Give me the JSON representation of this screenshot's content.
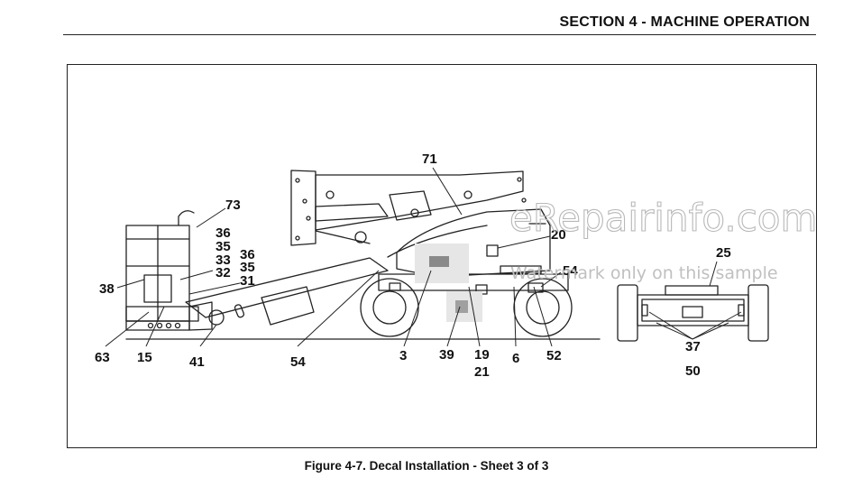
{
  "header": {
    "section_title": "SECTION 4 - MACHINE OPERATION"
  },
  "figure": {
    "caption": "Figure 4-7. Decal Installation - Sheet 3 of 3",
    "callouts": [
      {
        "id": "c71",
        "text": "71"
      },
      {
        "id": "c73",
        "text": "73"
      },
      {
        "id": "c36a",
        "text": "36"
      },
      {
        "id": "c35a",
        "text": "35"
      },
      {
        "id": "c33",
        "text": "33"
      },
      {
        "id": "c36b",
        "text": "36"
      },
      {
        "id": "c32",
        "text": "32"
      },
      {
        "id": "c35b",
        "text": "35"
      },
      {
        "id": "c31",
        "text": "31"
      },
      {
        "id": "c38",
        "text": "38"
      },
      {
        "id": "c20",
        "text": "20"
      },
      {
        "id": "c54a",
        "text": "54"
      },
      {
        "id": "c25",
        "text": "25"
      },
      {
        "id": "c63",
        "text": "63"
      },
      {
        "id": "c15",
        "text": "15"
      },
      {
        "id": "c41",
        "text": "41"
      },
      {
        "id": "c54b",
        "text": "54"
      },
      {
        "id": "c3",
        "text": "3"
      },
      {
        "id": "c39",
        "text": "39"
      },
      {
        "id": "c19",
        "text": "19"
      },
      {
        "id": "c21",
        "text": "21"
      },
      {
        "id": "c6",
        "text": "6"
      },
      {
        "id": "c52",
        "text": "52"
      },
      {
        "id": "c37",
        "text": "37"
      },
      {
        "id": "c50",
        "text": "50"
      }
    ]
  },
  "watermark": {
    "brand": "eRepairinfo.com",
    "notice": "Watermark only on this sample"
  }
}
